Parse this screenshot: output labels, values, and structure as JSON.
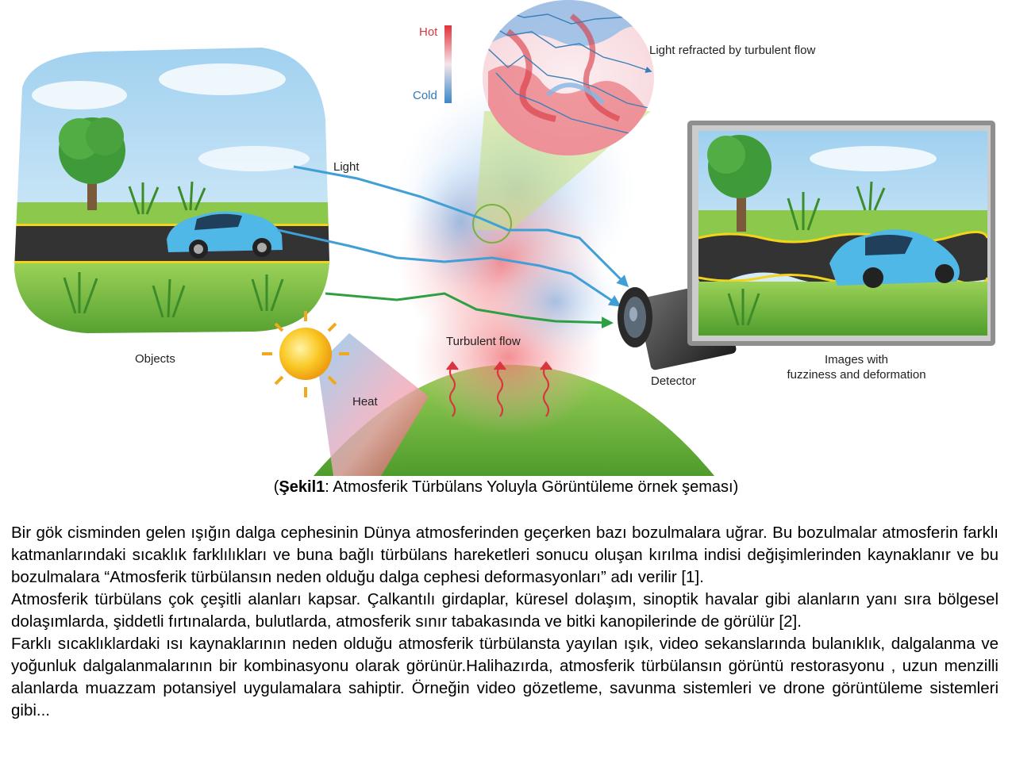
{
  "figure": {
    "labels": {
      "hot": "Hot",
      "cold": "Cold",
      "light": "Light",
      "objects": "Objects",
      "heat": "Heat",
      "turbulent_flow": "Turbulent flow",
      "detector": "Detector",
      "refracted": "Light refracted by turbulent flow",
      "images_line1": "Images with",
      "images_line2": "fuzziness and deformation"
    },
    "colors": {
      "light_arrow_blue": "#3f9fd6",
      "light_arrow_green": "#2ea043",
      "hot": "#e2313a",
      "cold": "#3a87c9",
      "sky": "#bfe0f5",
      "grass": "#7cc142",
      "road": "#333333",
      "road_line": "#f4d41a",
      "car": "#4fb8e6",
      "sun": "#f6c221"
    },
    "icons": [
      "tree-icon",
      "car-icon",
      "sun-icon",
      "camera-icon",
      "monitor-icon",
      "grass-icon"
    ]
  },
  "caption": {
    "open": "(",
    "bold": "Şekil1",
    "rest": ": Atmosferik Türbülans Yoluyla Görüntüleme örnek şeması)"
  },
  "paragraphs": [
    "Bir gök cisminden gelen ışığın dalga cephesinin Dünya atmosferinden geçerken bazı bozulmalara uğrar. Bu bozulmalar atmosferin farklı katmanlarındaki sıcaklık farklılıkları ve buna bağlı türbülans hareketleri sonucu oluşan kırılma indisi değişimlerinden kaynaklanır ve bu bozulmalara “Atmosferik türbülansın neden olduğu dalga cephesi deformasyonları” adı verilir [1].",
    "Atmosferik türbülans çok çeşitli alanları kapsar. Çalkantılı girdaplar, küresel dolaşım, sinoptik havalar gibi alanların yanı sıra bölgesel dolaşımlarda, şiddetli fırtınalarda, bulutlarda, atmosferik sınır tabakasında ve bitki kanopilerinde de görülür [2].",
    "Farklı sıcaklıklardaki ısı kaynaklarının neden olduğu atmosferik türbülansta yayılan ışık, video sekanslarında bulanıklık, dalgalanma ve yoğunluk dalgalanmalarının bir kombinasyonu olarak görünür.Halihazırda, atmosferik türbülansın görüntü restorasyonu , uzun menzilli alanlarda muazzam potansiyel uygulamalara sahiptir. Örneğin video gözetleme, savunma sistemleri ve drone görüntüleme sistemleri gibi..."
  ]
}
